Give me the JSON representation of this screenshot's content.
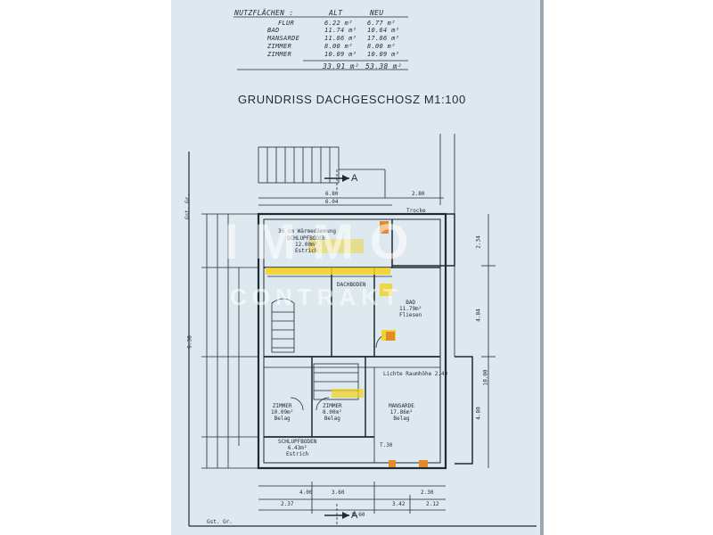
{
  "area_table": {
    "headers": [
      "NUTZFLÄCHEN :",
      "ALT",
      "NEU"
    ],
    "rows": [
      {
        "name": "FLUR",
        "alt": "6.22 m²",
        "neu": "6.77 m²"
      },
      {
        "name": "BAD",
        "alt": "11.74 m²",
        "neu": "10.64 m²"
      },
      {
        "name": "MANSARDE",
        "alt": "11.86 m²",
        "neu": "17.86 m²"
      },
      {
        "name": "ZIMMER",
        "alt": "8.00 m²",
        "neu": "8.00 m²"
      },
      {
        "name": "ZIMMER",
        "alt": "10.09 m²",
        "neu": "10.09 m²"
      }
    ],
    "totals": {
      "alt": "33.91 m²",
      "neu": "53.38 m²"
    }
  },
  "plan": {
    "title": "GRUNDRISS DACHGESCHOSZ M1:100",
    "section_marks": [
      "A",
      "A"
    ],
    "top_dims": [
      "6.80",
      "6.04",
      "2.80"
    ],
    "bottom_dims": [
      "4.00",
      "3.60",
      "2.30",
      "2.37",
      "3.42",
      "2.12"
    ],
    "total_dim": "9.60",
    "ground_label_left": "Gst. Gr.",
    "ground_label_bottom": "Gst. Gr.",
    "rooms": [
      {
        "name": "SCHLUPFBODEN",
        "area": "12.00m²",
        "note": "Estrich"
      },
      {
        "name": "DACHBODEN",
        "area": "",
        "note": ""
      },
      {
        "name": "BAD",
        "area": "11.79m²",
        "note": "Fliesen"
      },
      {
        "name": "ZIMMER",
        "area": "10.09m²",
        "note": "Belag"
      },
      {
        "name": "ZIMMER",
        "area": "8.00m²",
        "note": "Belag"
      },
      {
        "name": "MANSARDE",
        "area": "17.86m²",
        "note": "Belag"
      },
      {
        "name": "SCHLUPFBODEN",
        "area": "6.43m²",
        "note": "Estrich"
      }
    ],
    "side_dims": [
      "2.34",
      "4.84",
      "10.00",
      "4.80",
      "6.38"
    ],
    "misc_labels": [
      "36 cm Wärmedämmung",
      "Lichte Raumhöhe 2.40",
      "T.30",
      "Trocke"
    ]
  },
  "watermark": {
    "line1": "IMMO",
    "line2": "CONTRAKT"
  },
  "colors": {
    "paper": "#dde8ef",
    "ink": "#1f2a33",
    "highlight_yellow": "#f2d21a",
    "highlight_orange": "#e58a2a"
  }
}
